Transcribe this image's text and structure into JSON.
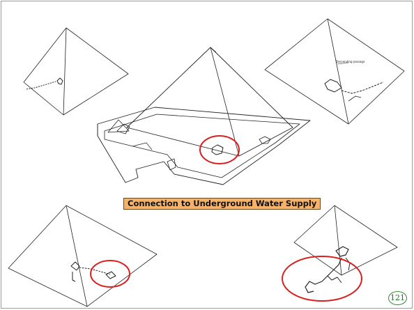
{
  "caption": "Connection to Underground Water Supply",
  "page_number": "121",
  "tiny_label": "Descending passage",
  "colors": {
    "highlight_circle": "#d91e1e",
    "caption_background": "#f6b26b",
    "page_number": "#2e8b2e",
    "line": "#222222"
  }
}
